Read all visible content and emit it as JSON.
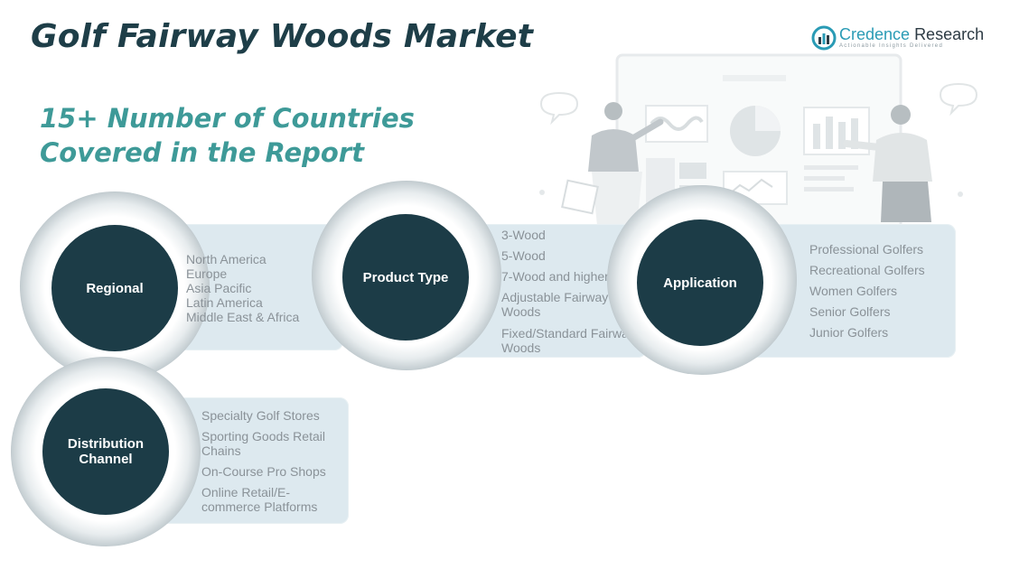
{
  "header": {
    "title": "Golf Fairway Woods Market",
    "subtitle_line1": "15+ Number of Countries",
    "subtitle_line2": "Covered in the Report"
  },
  "logo": {
    "brand_part1": "Credence ",
    "brand_part2": "Research",
    "tagline": "Actionable Insights Delivered"
  },
  "colors": {
    "title": "#1e3e48",
    "subtitle": "#3e9a98",
    "circle": "#1c3c47",
    "panel": "#dde9ef",
    "item_text": "#8a9298"
  },
  "segments": [
    {
      "label": "Regional",
      "items": [
        "North America",
        "Europe",
        "Asia Pacific",
        "Latin America",
        "Middle East & Africa"
      ]
    },
    {
      "label": "Product Type",
      "items": [
        "3-Wood",
        "5-Wood",
        "7-Wood and higher",
        "Adjustable Fairway\nWoods",
        "Fixed/Standard Fairway\nWoods"
      ]
    },
    {
      "label": "Application",
      "items": [
        "Professional Golfers",
        "Recreational Golfers",
        "Women Golfers",
        "Senior Golfers",
        "Junior Golfers"
      ]
    },
    {
      "label": "Distribution\nChannel",
      "items": [
        "Specialty Golf Stores",
        "Sporting Goods Retail\nChains",
        "On-Course Pro Shops",
        "Online Retail/E-\ncommerce Platforms"
      ]
    }
  ]
}
